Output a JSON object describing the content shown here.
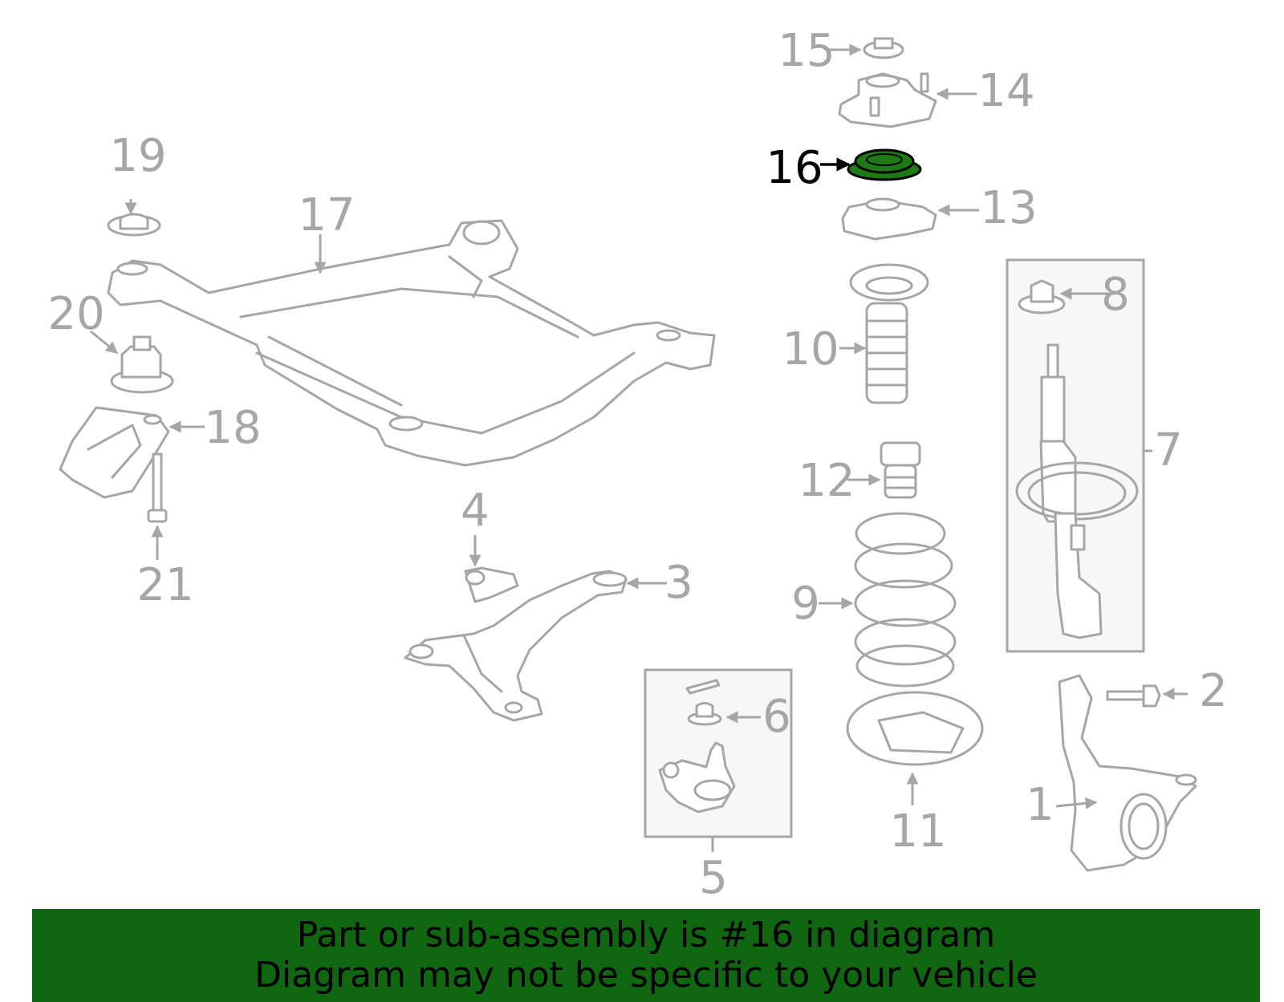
{
  "diagram": {
    "highlighted_part": "16",
    "highlight_color": "#1e7a14",
    "label_color": "#a6a6a6",
    "callouts": [
      "1",
      "2",
      "3",
      "4",
      "5",
      "6",
      "7",
      "8",
      "9",
      "10",
      "11",
      "12",
      "13",
      "14",
      "15",
      "16",
      "17",
      "18",
      "19",
      "20",
      "21"
    ]
  },
  "banner": {
    "background": "#116611",
    "line1": "Part or sub-assembly is #16 in diagram",
    "line2": "Diagram may not be specific to your vehicle"
  }
}
